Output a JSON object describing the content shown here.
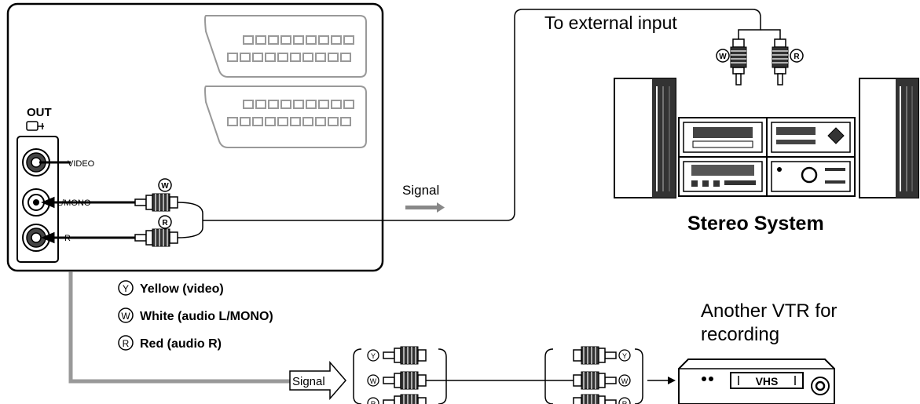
{
  "tv": {
    "out_label": "OUT",
    "jack_video": "VIDEO",
    "jack_lmono": "L/MONO",
    "jack_r": "R"
  },
  "plug_letters": {
    "white": "W",
    "red": "R",
    "yellow": "Y"
  },
  "signal_label": "Signal",
  "stereo": {
    "ext_input_label": "To external input",
    "caption": "Stereo System"
  },
  "legend": [
    {
      "letter": "Y",
      "text": "Yellow (video)"
    },
    {
      "letter": "W",
      "text": "White (audio L/MONO)"
    },
    {
      "letter": "R",
      "text": "Red (audio R)"
    }
  ],
  "vtr": {
    "caption_line1": "Another VTR for",
    "caption_line2": "recording",
    "tape_label": "VHS"
  }
}
